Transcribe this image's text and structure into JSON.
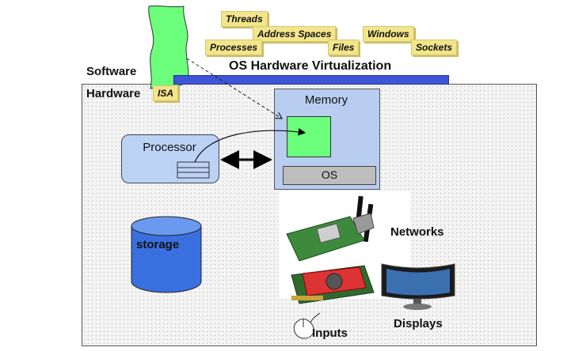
{
  "software_label": "Software",
  "hardware_label": "Hardware",
  "title": "OS Hardware Virtualization",
  "isa_label": "ISA",
  "abstractions": [
    "Threads",
    "Address Spaces",
    "Windows",
    "Processes",
    "Files",
    "Sockets"
  ],
  "memory_label": "Memory",
  "os_label": "OS",
  "processor_label": "Processor",
  "storage_label": "storage",
  "networks_label": "Networks",
  "inputs_label": "Inputs",
  "displays_label": "Displays",
  "colors": {
    "os_bar": "#3f55d6",
    "memory": "#b8cdf0",
    "processor": "#bcd2f5",
    "storage": "#3a6fe0",
    "green": "#6bff7b",
    "tag": "#f2e58c"
  }
}
